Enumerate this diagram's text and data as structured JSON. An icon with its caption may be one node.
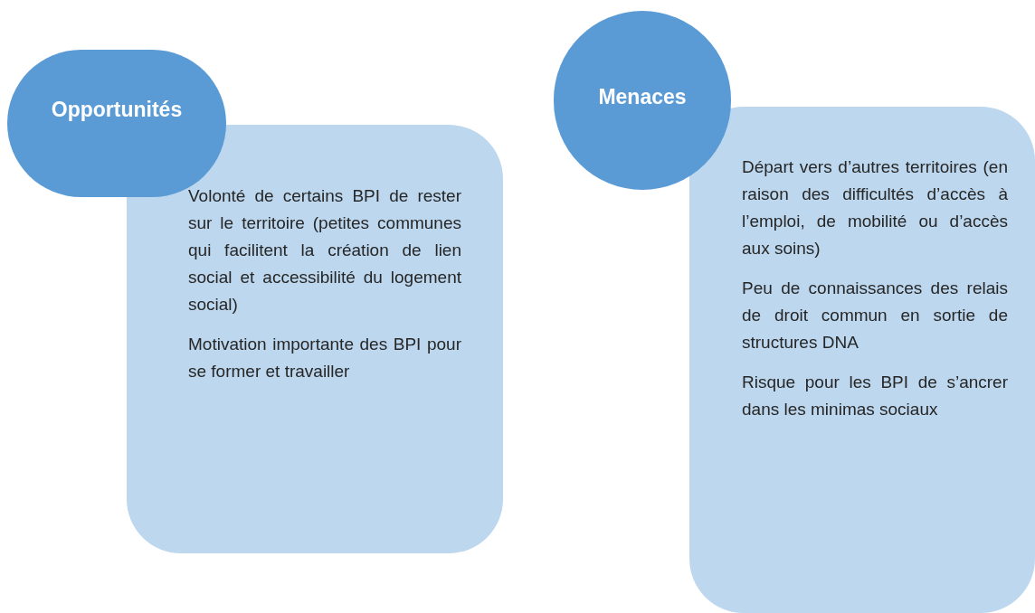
{
  "diagram": {
    "nodes": [
      {
        "text": [
          "Opportunités"
        ]
      },
      {
        "text": [
          "Volonté de certains BPI de rester sur le territoire (petites communes qui facilitent la création de lien social et accessibilité du logement social)",
          "Motivation importante des BPI pour se former et travailler"
        ]
      },
      {
        "text": [
          "Menaces"
        ]
      },
      {
        "text": [
          "Départ vers d’autres territoires (en raison des difficultés d’accès à l’emploi, de mobilité ou d’accès aux soins)",
          "Peu de connaissances des relais de droit commun en sortie de structures DNA",
          "Risque pour les BPI de s’ancrer dans les minimas sociaux"
        ]
      }
    ]
  }
}
